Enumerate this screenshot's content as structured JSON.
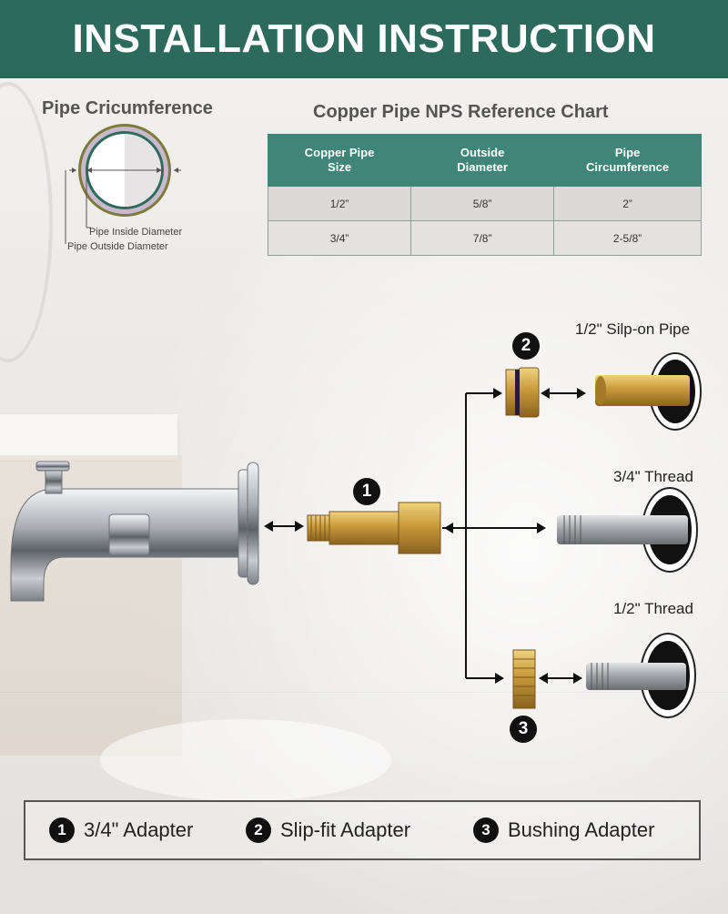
{
  "header": {
    "title": "INSTALLATION INSTRUCTION"
  },
  "pipe_diagram": {
    "title": "Pipe Cricumference",
    "inside_label": "Pipe Inside Diameter",
    "outside_label": "Pipe Outside Diameter"
  },
  "reference_chart": {
    "title": "Copper Pipe NPS Reference Chart",
    "columns": [
      "Copper Pipe Size",
      "Outside Diameter",
      "Pipe Circumference"
    ],
    "column_lines": [
      [
        "Copper Pipe",
        "Size"
      ],
      [
        "Outside",
        "Diameter"
      ],
      [
        "Pipe",
        "Circumference"
      ]
    ],
    "rows": [
      [
        "1/2”",
        "5/8”",
        "2”"
      ],
      [
        "3/4”",
        "7/8”",
        "2-5/8”"
      ]
    ]
  },
  "callouts": {
    "adapter_1_number": "1",
    "adapter_2_number": "2",
    "adapter_3_number": "3"
  },
  "pipes": {
    "slip_on": "1/2\" Silp-on Pipe",
    "thread_34": "3/4\" Thread",
    "thread_12": "1/2\" Thread"
  },
  "legend": [
    {
      "number": "1",
      "label": "3/4\" Adapter"
    },
    {
      "number": "2",
      "label": "Slip-fit Adapter"
    },
    {
      "number": "3",
      "label": "Bushing Adapter"
    }
  ],
  "colors": {
    "header_bg": "#2c6b5b",
    "table_header_bg": "#3f8678",
    "brass": "#c99a3a",
    "chrome": "#b9bcc1"
  }
}
